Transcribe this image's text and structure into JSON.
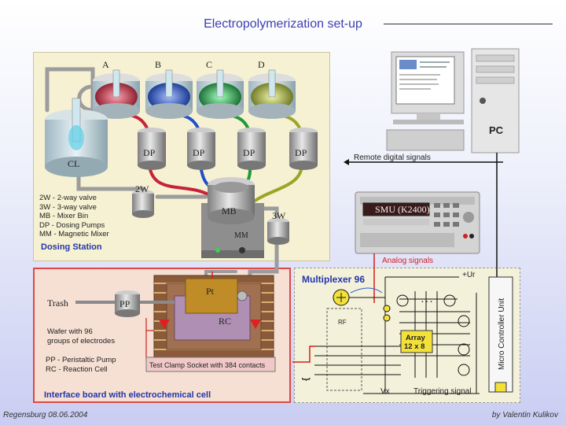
{
  "title": "Electropolymerization set-up",
  "reservoirs": [
    "A",
    "B",
    "C",
    "D"
  ],
  "reservoir_colors": [
    "#c6233a",
    "#1f4fc9",
    "#1f9a3a",
    "#9aa528"
  ],
  "cl_label": "CL",
  "dp_label": "DP",
  "valve_2w_label": "2W",
  "valve_3w_label": "3W",
  "mb_label": "MB",
  "mm_label": "MM",
  "legend": [
    "2W  - 2-way valve",
    "3W  - 3-way valve",
    "MB  - Mixer Bin",
    "DP  - Dosing Pumps",
    "MM - Magnetic Mixer"
  ],
  "dosing_caption": "Dosing Station",
  "pc_label": "PC",
  "remote_label": "Remote digital signals",
  "smu_label": "SMU (K2400)",
  "analog_label": "Analog signals",
  "mux_title": "Multiplexer 96",
  "uref_label": "+Ur",
  "array_label": [
    "Array",
    "12 x 8"
  ],
  "vx_label": "Vx",
  "rf_label": "RF",
  "dots_label": ". . .",
  "trigger_label": "Triggering signal",
  "micro_label": "Micro Controller Unit",
  "trash_label": "Trash",
  "pp_label": "PP",
  "pt_label": "Pt",
  "rc_label": "RC",
  "wafer_label": [
    "Wafer with 96",
    "groups of electrodes"
  ],
  "pp_legend": "PP   - Peristaltic Pump",
  "rc_legend": "RC   - Reaction Cell",
  "socket_label": "Test Clamp Socket with 384 contacts",
  "interface_caption": "Interface board with electrochemical cell",
  "footer_left": "Regensburg 08.06.2004",
  "footer_right": "by Valentin Kulikov"
}
